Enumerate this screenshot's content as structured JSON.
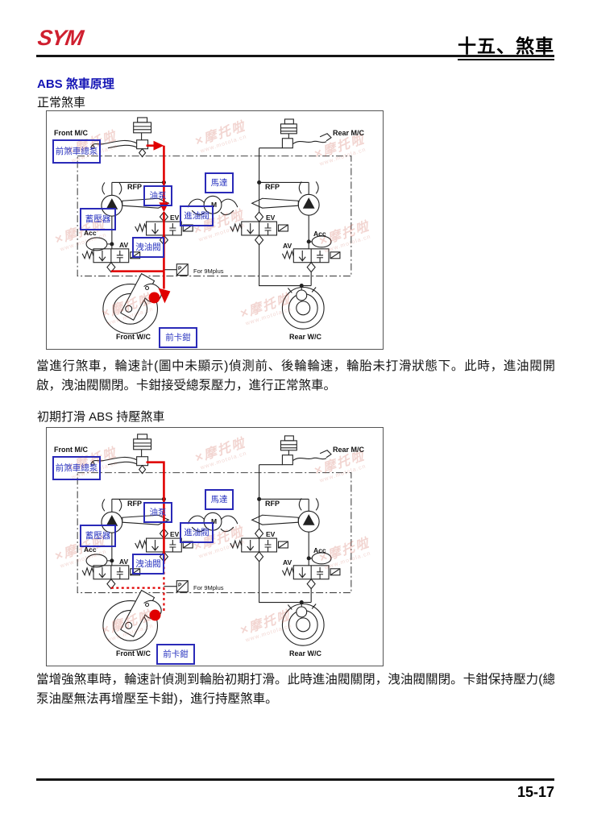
{
  "header": {
    "logo_text": "SYM",
    "chapter_title": "十五、煞車"
  },
  "content": {
    "main_heading": "ABS 煞車原理",
    "subtitle1": "正常煞車",
    "para1": "當進行煞車，輪速計(圖中未顯示)偵測前、後輪輪速，輪胎未打滑狀態下。此時，進油閥開啟，洩油閥關閉。卡鉗接受總泵壓力，進行正常煞車。",
    "subtitle2": "初期打滑 ABS 持壓煞車",
    "para2": "當增強煞車時，輪速計偵測到輪胎初期打滑。此時進油閥關閉，洩油閥關閉。卡鉗保持壓力(總泵油壓無法再增壓至卡鉗)，進行持壓煞車。"
  },
  "diagram_labels": {
    "front_mc": "Front M/C",
    "rear_mc": "Rear M/C",
    "front_mc_cn": "前煞車總泵",
    "rfp_left": "RFP",
    "rfp_right": "RFP",
    "oil_pump_cn": "油泵",
    "motor_cn": "馬達",
    "motor_m": "M",
    "accumulator_cn": "蓄壓器",
    "acc_left": "Acc",
    "acc_right": "Acc",
    "ev_left": "EV",
    "ev_right": "EV",
    "inlet_valve_cn": "進油閥",
    "av_left": "AV",
    "av_right": "AV",
    "outlet_valve_cn": "洩油閥",
    "pressure_sensor_note": "For 9Mplus",
    "pressure_sensor_p": "P",
    "front_wc": "Front W/C",
    "rear_wc": "Rear W/C",
    "front_caliper_cn": "前卡鉗"
  },
  "watermark": {
    "wrench_glyph": "×",
    "brand": "摩托啦",
    "site": "www.motola.cn"
  },
  "footer": {
    "page_number": "15-17"
  },
  "colors": {
    "heading_blue": "#1515b5",
    "callout_blue": "#2a2ab8",
    "highlight_red": "#e00000",
    "logo_red": "#cf1f2f"
  }
}
